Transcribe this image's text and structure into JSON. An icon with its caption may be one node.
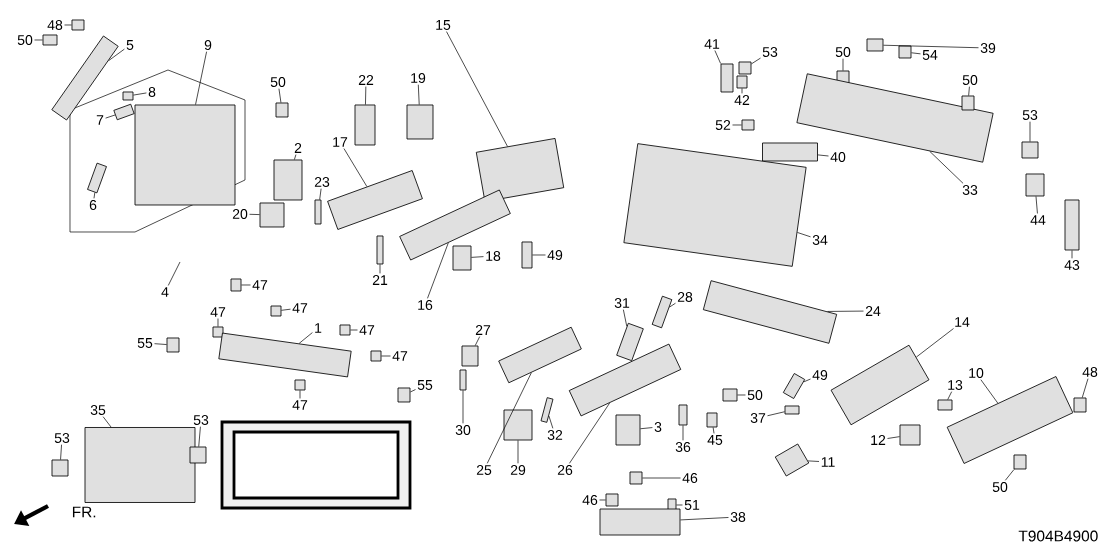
{
  "diagram": {
    "nodes": [
      {
        "text": [
          "50"
        ]
      },
      {
        "text": [],
        "shape": "box"
      },
      {
        "text": [
          "48"
        ]
      },
      {
        "text": [],
        "shape": "box"
      },
      {
        "text": [
          "5"
        ]
      },
      {
        "text": [],
        "shape": "box"
      },
      {
        "text": [
          "9"
        ]
      },
      {
        "text": [],
        "shape": "box"
      },
      {
        "text": [
          "7"
        ]
      },
      {
        "text": [],
        "shape": "box"
      },
      {
        "text": [
          "8"
        ]
      },
      {
        "text": [],
        "shape": "box"
      },
      {
        "text": [
          "6"
        ]
      },
      {
        "text": [],
        "shape": "box"
      },
      {
        "text": [
          "50"
        ]
      },
      {
        "text": [],
        "shape": "box"
      },
      {
        "text": [
          "2"
        ]
      },
      {
        "text": [],
        "shape": "box"
      },
      {
        "text": [
          "20"
        ]
      },
      {
        "text": [],
        "shape": "box"
      },
      {
        "text": [
          "23"
        ]
      },
      {
        "text": [],
        "shape": "box"
      },
      {
        "text": [
          "17"
        ]
      },
      {
        "text": [],
        "shape": "box"
      },
      {
        "text": [
          "22"
        ]
      },
      {
        "text": [],
        "shape": "box"
      },
      {
        "text": [
          "19"
        ]
      },
      {
        "text": [],
        "shape": "box"
      },
      {
        "text": [
          "15"
        ]
      },
      {
        "text": [],
        "shape": "box"
      },
      {
        "text": [
          "21"
        ]
      },
      {
        "text": [],
        "shape": "box"
      },
      {
        "text": [
          "16"
        ]
      },
      {
        "text": [],
        "shape": "box"
      },
      {
        "text": [
          "18"
        ]
      },
      {
        "text": [],
        "shape": "box"
      },
      {
        "text": [
          "49"
        ]
      },
      {
        "text": [],
        "shape": "box"
      },
      {
        "text": [
          "41"
        ]
      },
      {
        "text": [],
        "shape": "box"
      },
      {
        "text": [
          "53"
        ]
      },
      {
        "text": [],
        "shape": "box"
      },
      {
        "text": [
          "42"
        ]
      },
      {
        "text": [],
        "shape": "box"
      },
      {
        "text": [
          "52"
        ]
      },
      {
        "text": [],
        "shape": "box"
      },
      {
        "text": [
          "40"
        ]
      },
      {
        "text": [],
        "shape": "box"
      },
      {
        "text": [
          "50"
        ]
      },
      {
        "text": [],
        "shape": "box"
      },
      {
        "text": [
          "39"
        ]
      },
      {
        "text": [],
        "shape": "box"
      },
      {
        "text": [
          "54"
        ]
      },
      {
        "text": [],
        "shape": "box"
      },
      {
        "text": [
          "33"
        ]
      },
      {
        "text": [],
        "shape": "box"
      },
      {
        "text": [
          "50"
        ]
      },
      {
        "text": [],
        "shape": "box"
      },
      {
        "text": [
          "53"
        ]
      },
      {
        "text": [],
        "shape": "box"
      },
      {
        "text": [
          "44"
        ]
      },
      {
        "text": [],
        "shape": "box"
      },
      {
        "text": [
          "43"
        ]
      },
      {
        "text": [],
        "shape": "box"
      },
      {
        "text": [
          "34"
        ]
      },
      {
        "text": [],
        "shape": "box"
      },
      {
        "text": [
          "4"
        ]
      },
      {
        "text": [
          "47"
        ]
      },
      {
        "text": [],
        "shape": "box"
      },
      {
        "text": [
          "47"
        ]
      },
      {
        "text": [],
        "shape": "box"
      },
      {
        "text": [
          "47"
        ]
      },
      {
        "text": [],
        "shape": "box"
      },
      {
        "text": [
          "55"
        ]
      },
      {
        "text": [],
        "shape": "box"
      },
      {
        "text": [
          "1"
        ]
      },
      {
        "text": [],
        "shape": "box"
      },
      {
        "text": [
          "47"
        ]
      },
      {
        "text": [],
        "shape": "box"
      },
      {
        "text": [
          "47"
        ]
      },
      {
        "text": [],
        "shape": "box"
      },
      {
        "text": [
          "47"
        ]
      },
      {
        "text": [],
        "shape": "box"
      },
      {
        "text": [
          "55"
        ]
      },
      {
        "text": [],
        "shape": "box"
      },
      {
        "text": [
          "35"
        ]
      },
      {
        "text": [],
        "shape": "box"
      },
      {
        "text": [
          "53"
        ]
      },
      {
        "text": [],
        "shape": "box"
      },
      {
        "text": [
          "53"
        ]
      },
      {
        "text": [],
        "shape": "box"
      },
      {
        "text": [
          "27"
        ]
      },
      {
        "text": [],
        "shape": "box"
      },
      {
        "text": [
          "25"
        ]
      },
      {
        "text": [],
        "shape": "box"
      },
      {
        "text": [
          "30"
        ]
      },
      {
        "text": [],
        "shape": "box"
      },
      {
        "text": [
          "29"
        ]
      },
      {
        "text": [],
        "shape": "box"
      },
      {
        "text": [
          "32"
        ]
      },
      {
        "text": [],
        "shape": "box"
      },
      {
        "text": [
          "26"
        ]
      },
      {
        "text": [],
        "shape": "box"
      },
      {
        "text": [
          "31"
        ]
      },
      {
        "text": [],
        "shape": "box"
      },
      {
        "text": [
          "28"
        ]
      },
      {
        "text": [],
        "shape": "box"
      },
      {
        "text": [
          "3"
        ]
      },
      {
        "text": [],
        "shape": "box"
      },
      {
        "text": [
          "36"
        ]
      },
      {
        "text": [],
        "shape": "box"
      },
      {
        "text": [
          "24"
        ]
      },
      {
        "text": [],
        "shape": "box"
      },
      {
        "text": [
          "50"
        ]
      },
      {
        "text": [],
        "shape": "box"
      },
      {
        "text": [
          "45"
        ]
      },
      {
        "text": [],
        "shape": "box"
      },
      {
        "text": [
          "37"
        ]
      },
      {
        "text": [],
        "shape": "box"
      },
      {
        "text": [
          "49"
        ]
      },
      {
        "text": [],
        "shape": "box"
      },
      {
        "text": [
          "14"
        ]
      },
      {
        "text": [],
        "shape": "box"
      },
      {
        "text": [
          "13"
        ]
      },
      {
        "text": [],
        "shape": "box"
      },
      {
        "text": [
          "12"
        ]
      },
      {
        "text": [],
        "shape": "box"
      },
      {
        "text": [
          "11"
        ]
      },
      {
        "text": [],
        "shape": "box"
      },
      {
        "text": [
          "10"
        ]
      },
      {
        "text": [],
        "shape": "box"
      },
      {
        "text": [
          "48"
        ]
      },
      {
        "text": [],
        "shape": "box"
      },
      {
        "text": [
          "50"
        ]
      },
      {
        "text": [],
        "shape": "box"
      },
      {
        "text": [
          "46"
        ]
      },
      {
        "text": [],
        "shape": "box"
      },
      {
        "text": [
          "46"
        ]
      },
      {
        "text": [],
        "shape": "box"
      },
      {
        "text": [
          "51"
        ]
      },
      {
        "text": [],
        "shape": "box"
      },
      {
        "text": [
          "38"
        ]
      },
      {
        "text": [],
        "shape": "box"
      }
    ],
    "edges": [
      {
        "from": 0,
        "to": 1,
        "arrow": "none"
      },
      {
        "from": 2,
        "to": 3,
        "arrow": "none"
      },
      {
        "from": 4,
        "to": 5,
        "arrow": "none"
      },
      {
        "from": 6,
        "to": 7,
        "arrow": "none"
      },
      {
        "from": 8,
        "to": 9,
        "arrow": "none"
      },
      {
        "from": 10,
        "to": 11,
        "arrow": "none"
      },
      {
        "from": 12,
        "to": 13,
        "arrow": "none"
      },
      {
        "from": 14,
        "to": 15,
        "arrow": "none"
      },
      {
        "from": 16,
        "to": 17,
        "arrow": "none"
      },
      {
        "from": 18,
        "to": 19,
        "arrow": "none"
      },
      {
        "from": 20,
        "to": 21,
        "arrow": "none"
      },
      {
        "from": 22,
        "to": 23,
        "arrow": "none"
      },
      {
        "from": 24,
        "to": 25,
        "arrow": "none"
      },
      {
        "from": 26,
        "to": 27,
        "arrow": "none"
      },
      {
        "from": 28,
        "to": 29,
        "arrow": "none"
      },
      {
        "from": 30,
        "to": 31,
        "arrow": "none"
      },
      {
        "from": 32,
        "to": 33,
        "arrow": "none"
      },
      {
        "from": 34,
        "to": 35,
        "arrow": "none"
      },
      {
        "from": 36,
        "to": 37,
        "arrow": "none"
      },
      {
        "from": 38,
        "to": 39,
        "arrow": "none"
      },
      {
        "from": 40,
        "to": 41,
        "arrow": "none"
      },
      {
        "from": 42,
        "to": 43,
        "arrow": "none"
      },
      {
        "from": 44,
        "to": 45,
        "arrow": "none"
      },
      {
        "from": 46,
        "to": 47,
        "arrow": "none"
      },
      {
        "from": 48,
        "to": 49,
        "arrow": "none"
      },
      {
        "from": 50,
        "to": 51,
        "arrow": "none"
      },
      {
        "from": 52,
        "to": 53,
        "arrow": "none"
      },
      {
        "from": 54,
        "to": 55,
        "arrow": "none"
      },
      {
        "from": 56,
        "to": 57,
        "arrow": "none"
      },
      {
        "from": 58,
        "to": 59,
        "arrow": "none"
      },
      {
        "from": 60,
        "to": 61,
        "arrow": "none"
      },
      {
        "from": 62,
        "to": 63,
        "arrow": "none"
      },
      {
        "from": 64,
        "to": 65,
        "arrow": "none"
      },
      {
        "from": 66,
        "to": null,
        "arrow": "none"
      },
      {
        "from": 67,
        "to": 68,
        "arrow": "none"
      },
      {
        "from": 69,
        "to": 70,
        "arrow": "none"
      },
      {
        "from": 71,
        "to": 72,
        "arrow": "none"
      },
      {
        "from": 73,
        "to": 74,
        "arrow": "none"
      },
      {
        "from": 75,
        "to": 76,
        "arrow": "none"
      },
      {
        "from": 77,
        "to": 78,
        "arrow": "none"
      },
      {
        "from": 79,
        "to": 80,
        "arrow": "none"
      },
      {
        "from": 81,
        "to": 82,
        "arrow": "none"
      },
      {
        "from": 83,
        "to": 84,
        "arrow": "none"
      },
      {
        "from": 85,
        "to": 86,
        "arrow": "none"
      },
      {
        "from": 87,
        "to": 88,
        "arrow": "none"
      },
      {
        "from": 89,
        "to": 90,
        "arrow": "none"
      },
      {
        "from": 91,
        "to": 92,
        "arrow": "none"
      },
      {
        "from": 93,
        "to": 94,
        "arrow": "none"
      },
      {
        "from": 95,
        "to": 96,
        "arrow": "none"
      },
      {
        "from": 97,
        "to": 98,
        "arrow": "none"
      },
      {
        "from": 99,
        "to": 100,
        "arrow": "none"
      },
      {
        "from": 101,
        "to": 102,
        "arrow": "none"
      },
      {
        "from": 103,
        "to": 104,
        "arrow": "none"
      },
      {
        "from": 105,
        "to": 106,
        "arrow": "none"
      },
      {
        "from": 107,
        "to": 108,
        "arrow": "none"
      },
      {
        "from": 109,
        "to": 110,
        "arrow": "none"
      },
      {
        "from": 111,
        "to": 112,
        "arrow": "none"
      },
      {
        "from": 113,
        "to": 114,
        "arrow": "none"
      },
      {
        "from": 115,
        "to": 116,
        "arrow": "none"
      },
      {
        "from": 117,
        "to": 118,
        "arrow": "none"
      },
      {
        "from": 119,
        "to": 120,
        "arrow": "none"
      },
      {
        "from": 121,
        "to": 122,
        "arrow": "none"
      },
      {
        "from": 123,
        "to": 124,
        "arrow": "none"
      },
      {
        "from": 125,
        "to": 126,
        "arrow": "none"
      },
      {
        "from": 127,
        "to": 128,
        "arrow": "none"
      },
      {
        "from": 129,
        "to": 130,
        "arrow": "none"
      },
      {
        "from": 131,
        "to": 132,
        "arrow": "none"
      },
      {
        "from": 133,
        "to": 134,
        "arrow": "none"
      },
      {
        "from": 135,
        "to": 136,
        "arrow": "none"
      },
      {
        "from": 137,
        "to": 138,
        "arrow": "none"
      },
      {
        "from": 139,
        "to": 140,
        "arrow": "none"
      },
      {
        "from": 141,
        "to": 142,
        "arrow": "none"
      }
    ],
    "labels": [
      "FR.",
      "T904B4900"
    ]
  }
}
